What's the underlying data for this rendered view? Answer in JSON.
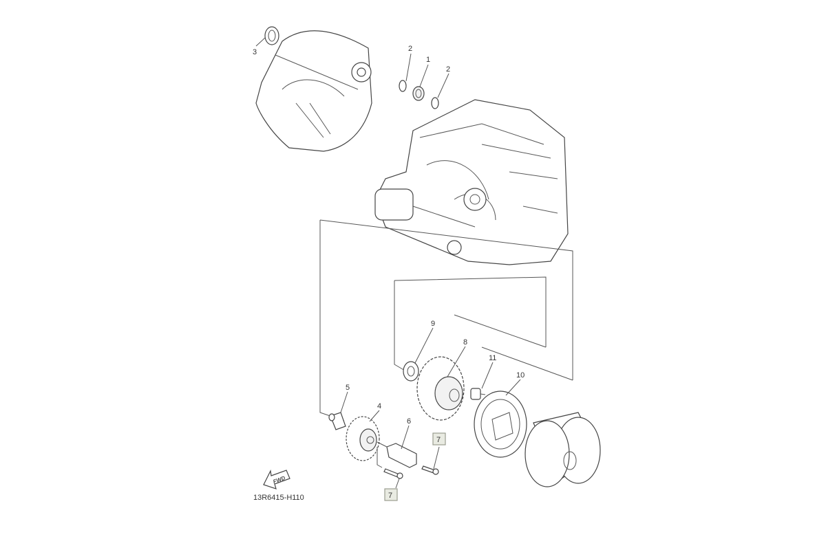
{
  "diagram": {
    "drawing_code": "13R6415-H110",
    "fwd_label": "FWD",
    "callouts": [
      {
        "id": "3"
      },
      {
        "id": "2"
      },
      {
        "id": "1"
      },
      {
        "id": "2"
      },
      {
        "id": "9"
      },
      {
        "id": "8"
      },
      {
        "id": "11"
      },
      {
        "id": "10"
      },
      {
        "id": "5"
      },
      {
        "id": "4"
      },
      {
        "id": "6"
      },
      {
        "id": "7"
      },
      {
        "id": "7"
      }
    ]
  }
}
